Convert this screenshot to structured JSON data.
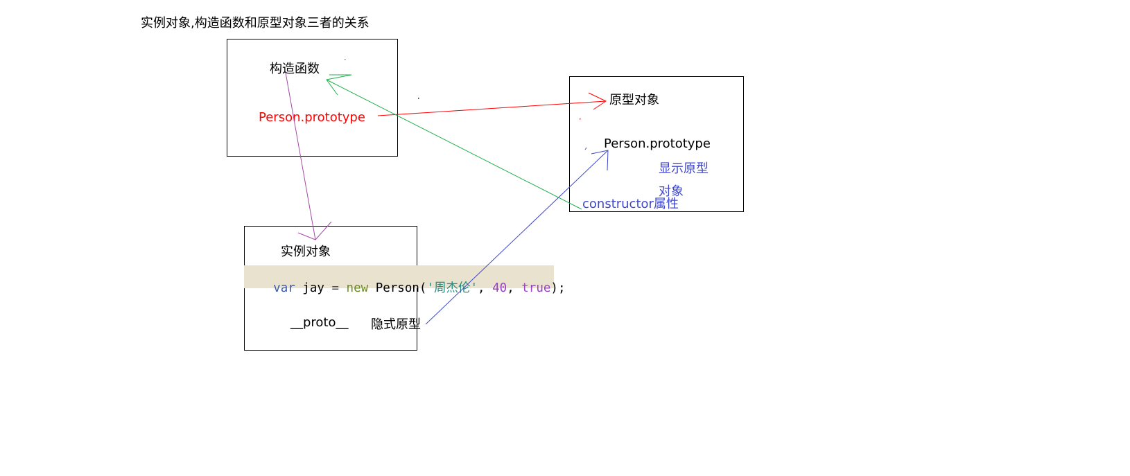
{
  "title": "实例对象,构造函数和原型对象三者的关系",
  "constructor_box": {
    "label": "构造函数",
    "prototype_label": "Person.prototype"
  },
  "prototype_box": {
    "label": "原型对象",
    "prototype_label": "Person.prototype",
    "explicit_label": "显示原型",
    "explicit_label_2": "对象",
    "constructor_label": "constructor属性"
  },
  "instance_box": {
    "label": "实例对象",
    "proto_label": "__proto__",
    "implicit_label": "隐式原型"
  },
  "code": {
    "var": "var",
    "name": " jay ",
    "eq": "=",
    "new": " new",
    "ctor": " Person(",
    "str": "'周杰伦'",
    "comma1": ", ",
    "num": "40",
    "comma2": ", ",
    "bool": "true",
    "end": ");"
  },
  "colors": {
    "red_arrow": "#ff0000",
    "green_arrow": "#22b14c",
    "blue_arrow": "#3f48cc",
    "purple_arrow": "#a349a4",
    "red_text": "#ff0000",
    "blue_text": "#3f48cc",
    "code_highlight": "#e8e2cf",
    "code_keyword_var": "#3c5ba8",
    "code_keyword_new": "#6b8a1f",
    "code_string": "#2a8b7f",
    "code_number": "#9b3fc4"
  }
}
